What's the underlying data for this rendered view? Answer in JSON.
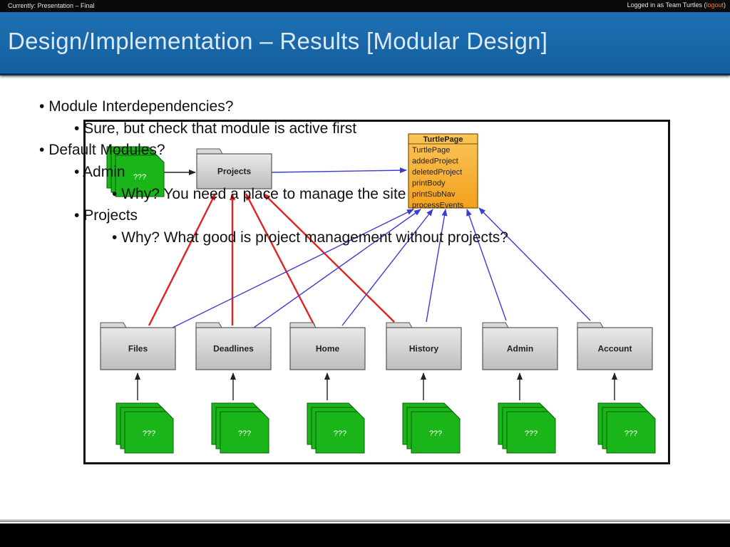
{
  "topbar": {
    "status": "Currently: Presentation – Final",
    "login_prefix": "Logged in as Team Turtles (",
    "logout": "logout",
    "login_suffix": ")"
  },
  "title": "Design/Implementation – Results [Modular Design]",
  "bullets": [
    {
      "text": "Module Interdependencies?",
      "level": 1
    },
    {
      "text": "Sure, but check that module is active first",
      "level": 2
    },
    {
      "text": "Default Modules?",
      "level": 1
    },
    {
      "text": "Admin",
      "level": 2
    },
    {
      "text": "Why? You need a place to manage the site",
      "level": 3
    },
    {
      "text": "Projects",
      "level": 2
    },
    {
      "text": "Why? What good is project management without projects?",
      "level": 3
    }
  ],
  "diagram": {
    "projects_folder": "Projects",
    "module_folders": [
      "Files",
      "Deadlines",
      "Home",
      "History",
      "Admin",
      "Account"
    ],
    "stack_label": "???",
    "class_box": {
      "name": "TurtlePage",
      "members": [
        "TurtlePage",
        "addedProject",
        "deletedProject",
        "printBody",
        "printSubNav",
        "processEvents"
      ]
    },
    "colors": {
      "red_arrow": "#e02222",
      "blue_arrow": "#3b3bd6",
      "class_fill": "#f9b22f",
      "stack_fill": "#19b519"
    }
  }
}
